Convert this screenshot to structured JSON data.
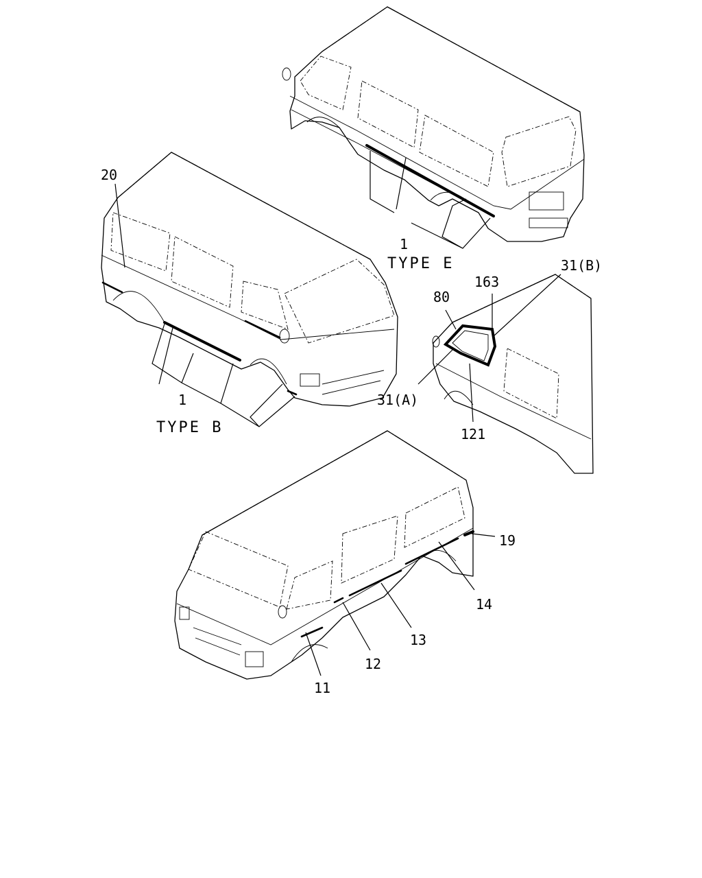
{
  "callouts": {
    "c20": "20",
    "c1_type_e": "1",
    "c1_type_b": "1",
    "c31b": "31(B)",
    "c163": "163",
    "c80": "80",
    "c31a": "31(A)",
    "c121": "121",
    "c19": "19",
    "c14": "14",
    "c13": "13",
    "c12": "12",
    "c11": "11"
  },
  "types": {
    "type_e": "TYPE E",
    "type_b": "TYPE B"
  }
}
